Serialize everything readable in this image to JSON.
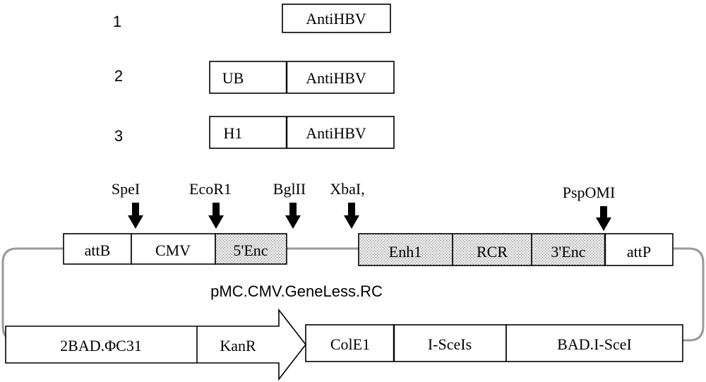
{
  "constructs": [
    {
      "number": "1",
      "segments": [
        "AntiHBV"
      ]
    },
    {
      "number": "2",
      "segments": [
        "UB",
        "AntiHBV"
      ]
    },
    {
      "number": "3",
      "segments": [
        "H1",
        "AntiHBV"
      ]
    }
  ],
  "restriction_sites": [
    "SpeI",
    "EcoR1",
    "BglII",
    "XbaI,",
    "PspOMI"
  ],
  "plasmid": {
    "name": "pMC.CMV.GeneLess.RC",
    "top_segments": [
      "attB",
      "CMV",
      "5'Enc",
      "Enh1",
      "RCR",
      "3'Enc",
      "attP"
    ],
    "bottom_segments": [
      "2BAD.ΦC31",
      "KanR",
      "ColE1",
      "I-SceIs",
      "BAD.I-SceI"
    ]
  },
  "colors": {
    "line": "#000000",
    "loop": "#9a9a9a",
    "stipple": "#c8c8c8"
  }
}
